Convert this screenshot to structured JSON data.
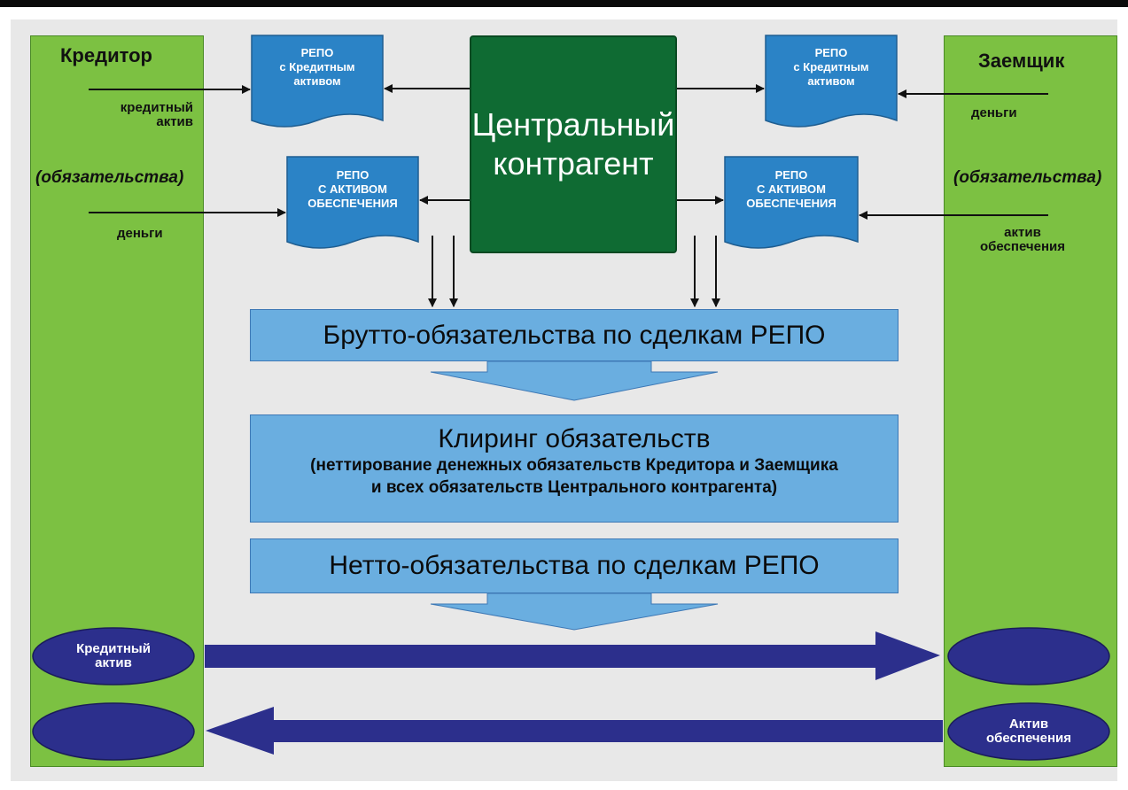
{
  "colors": {
    "lane_green": "#7cc142",
    "ccp_green": "#0f6b33",
    "doc_blue": "#2b83c6",
    "band_blue": "#6aaee0",
    "flow_navy": "#2c2f8c",
    "background": "#e8e8e8"
  },
  "creditor": {
    "title": "Кредитор",
    "in_top_label": "кредитный\nактив",
    "obligations": "(обязательства)",
    "in_bottom_label": "деньги",
    "ellipse_top_label": "Кредитный\nактив"
  },
  "borrower": {
    "title": "Заемщик",
    "in_top_label": "деньги",
    "obligations": "(обязательства)",
    "in_bottom_label": "актив\nобеспечения",
    "ellipse_bottom_label": "Актив\nобеспечения"
  },
  "documents": {
    "credit_left": "РЕПО\nс Кредитным\nактивом",
    "credit_right": "РЕПО\nс Кредитным\nактивом",
    "collateral_left": "РЕПО\nс активом\nобеспечения",
    "collateral_right": "РЕПО\nс активом\nобеспечения"
  },
  "ccp": {
    "label": "Центральный\nконтрагент"
  },
  "bands": {
    "gross": "Брутто-обязательства по сделкам РЕПО",
    "clearing_title": "Клиринг обязательств",
    "clearing_note_line1": "(неттирование денежных обязательств Кредитора и Заемщика",
    "clearing_note_line2": "и всех обязательств Центрального контрагента)",
    "net": "Нетто-обязательства по сделкам РЕПО"
  }
}
